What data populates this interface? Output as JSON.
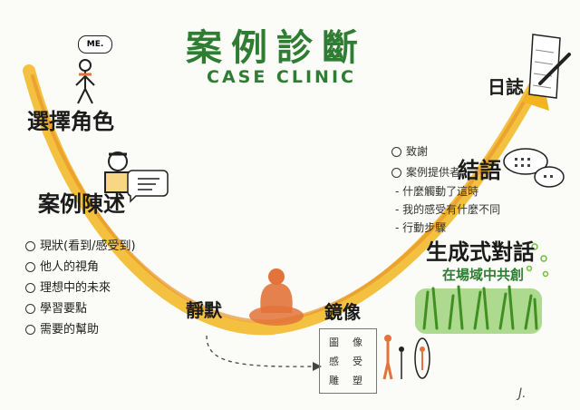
{
  "title": "案例診斷",
  "subtitle": "CASE CLINIC",
  "me_bubble": "ME.",
  "steps": {
    "choose_role": "選擇角色",
    "case_statement": "案例陳述",
    "silence": "靜默",
    "mirror": "鏡像",
    "generative_dialogue": "生成式對話",
    "conclusion": "結語",
    "journal": "日誌"
  },
  "case_statement_list": [
    "現狀(看到/感受到)",
    "他人的視角",
    "理想中的未來",
    "學習要點",
    "需要的幫助"
  ],
  "mirror_grid": {
    "r1c1": "圖",
    "r1c2": "像",
    "r2c1": "感",
    "r2c2": "受",
    "r3c1": "雕",
    "r3c2": "塑"
  },
  "generative_sub": "在場域中共創",
  "conclusion_list": [
    "致謝",
    "案例提供者"
  ],
  "conclusion_dash_list": [
    "什麼觸動了這時",
    "我的感受有什麼不同",
    "行動步驟"
  ],
  "signature": "J.",
  "colors": {
    "title_green": "#2f7d32",
    "arc_yellow": "#f2b51f",
    "arc_orange": "#e8962a",
    "figure_orange": "#e2733a",
    "grass_green": "#6fbf3b"
  }
}
